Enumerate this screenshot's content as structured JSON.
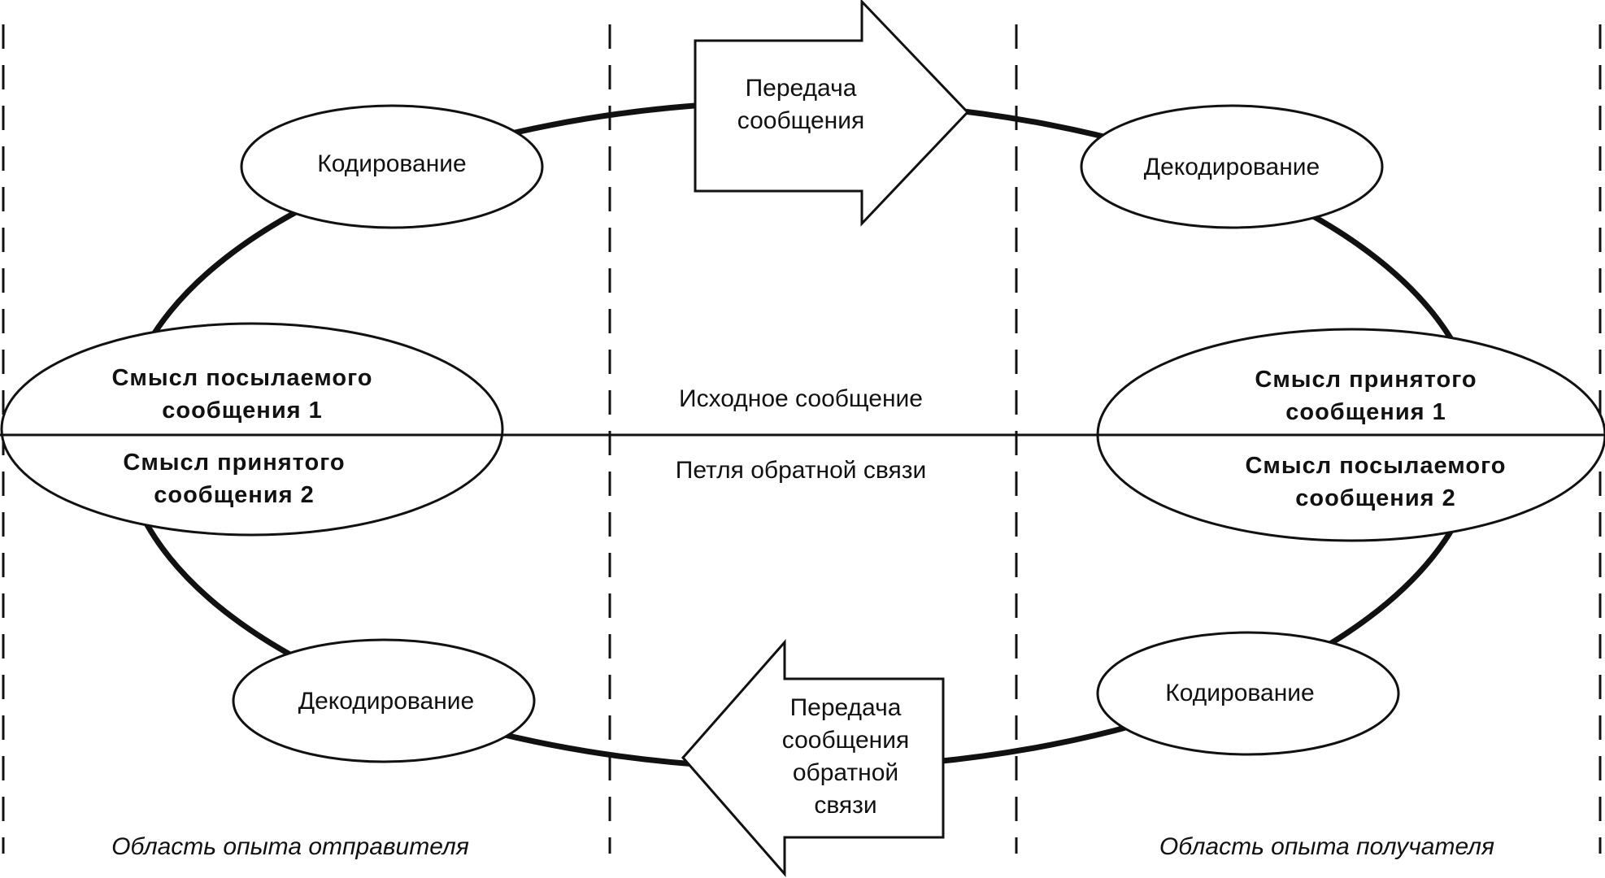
{
  "colors": {
    "ink": "#111111",
    "background": "#ffffff"
  },
  "top_arrow": {
    "line1": "Передача",
    "line2": "сообщения"
  },
  "bottom_arrow": {
    "line1": "Передача",
    "line2": "сообщения",
    "line3": "обратной",
    "line4": "связи"
  },
  "sender": {
    "encoding": "Кодирование",
    "decoding": "Декодирование",
    "meaning_sent": {
      "line1": "Смысл посылаемого",
      "line2": "сообщения 1"
    },
    "meaning_received": {
      "line1": "Смысл принятого",
      "line2": "сообщения 2"
    },
    "region_label": "Область опыта отправителя"
  },
  "receiver": {
    "decoding": "Декодирование",
    "encoding": "Кодирование",
    "meaning_received": {
      "line1": "Смысл принятого",
      "line2": "сообщения 1"
    },
    "meaning_sent": {
      "line1": "Смысл посылаемого",
      "line2": "сообщения 2"
    },
    "region_label": "Область опыта получателя"
  },
  "center": {
    "original_message": "Исходное сообщение",
    "feedback_loop": "Петля обратной связи"
  }
}
